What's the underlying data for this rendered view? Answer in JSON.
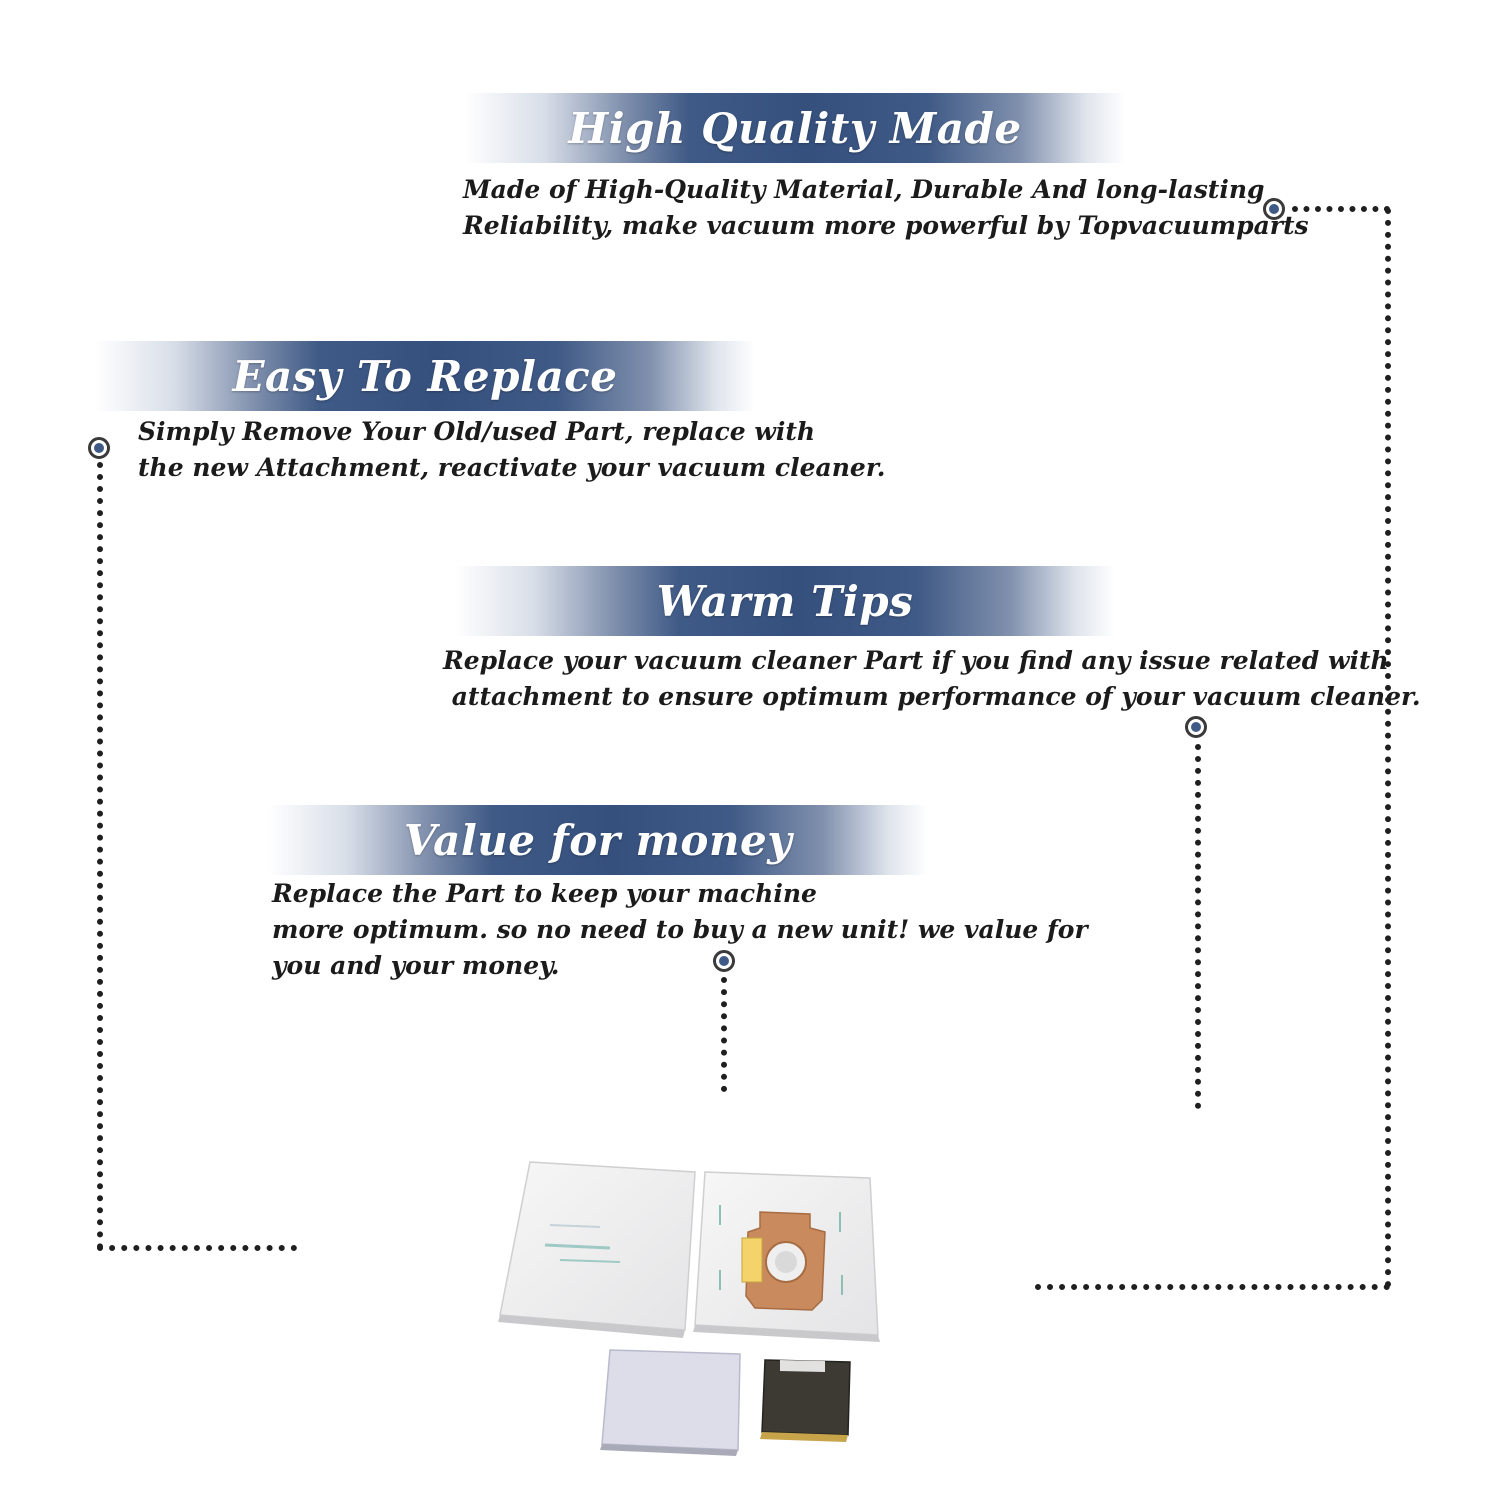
{
  "sections": [
    {
      "title": "High Quality Made",
      "lines": [
        "Made of  High-Quality Material, Durable And long-lasting",
        "Reliability, make vacuum more powerful by Topvacuumparts"
      ]
    },
    {
      "title": "Easy To Replace",
      "lines": [
        "Simply Remove Your Old/used Part, replace with",
        "the new Attachment, reactivate your vacuum cleaner."
      ]
    },
    {
      "title": "Warm Tips",
      "lines": [
        "Replace your vacuum cleaner Part if you find any issue related with",
        " attachment to ensure optimum performance of your vacuum cleaner."
      ]
    },
    {
      "title": "Value for money",
      "lines": [
        "Replace the Part to keep your machine",
        "more optimum. so no need to buy a new unit! we value for",
        "you and your money."
      ]
    }
  ],
  "colors": {
    "banner": "#3f5a86",
    "marker": "#3f5a86",
    "text": "#1b1b1b"
  }
}
